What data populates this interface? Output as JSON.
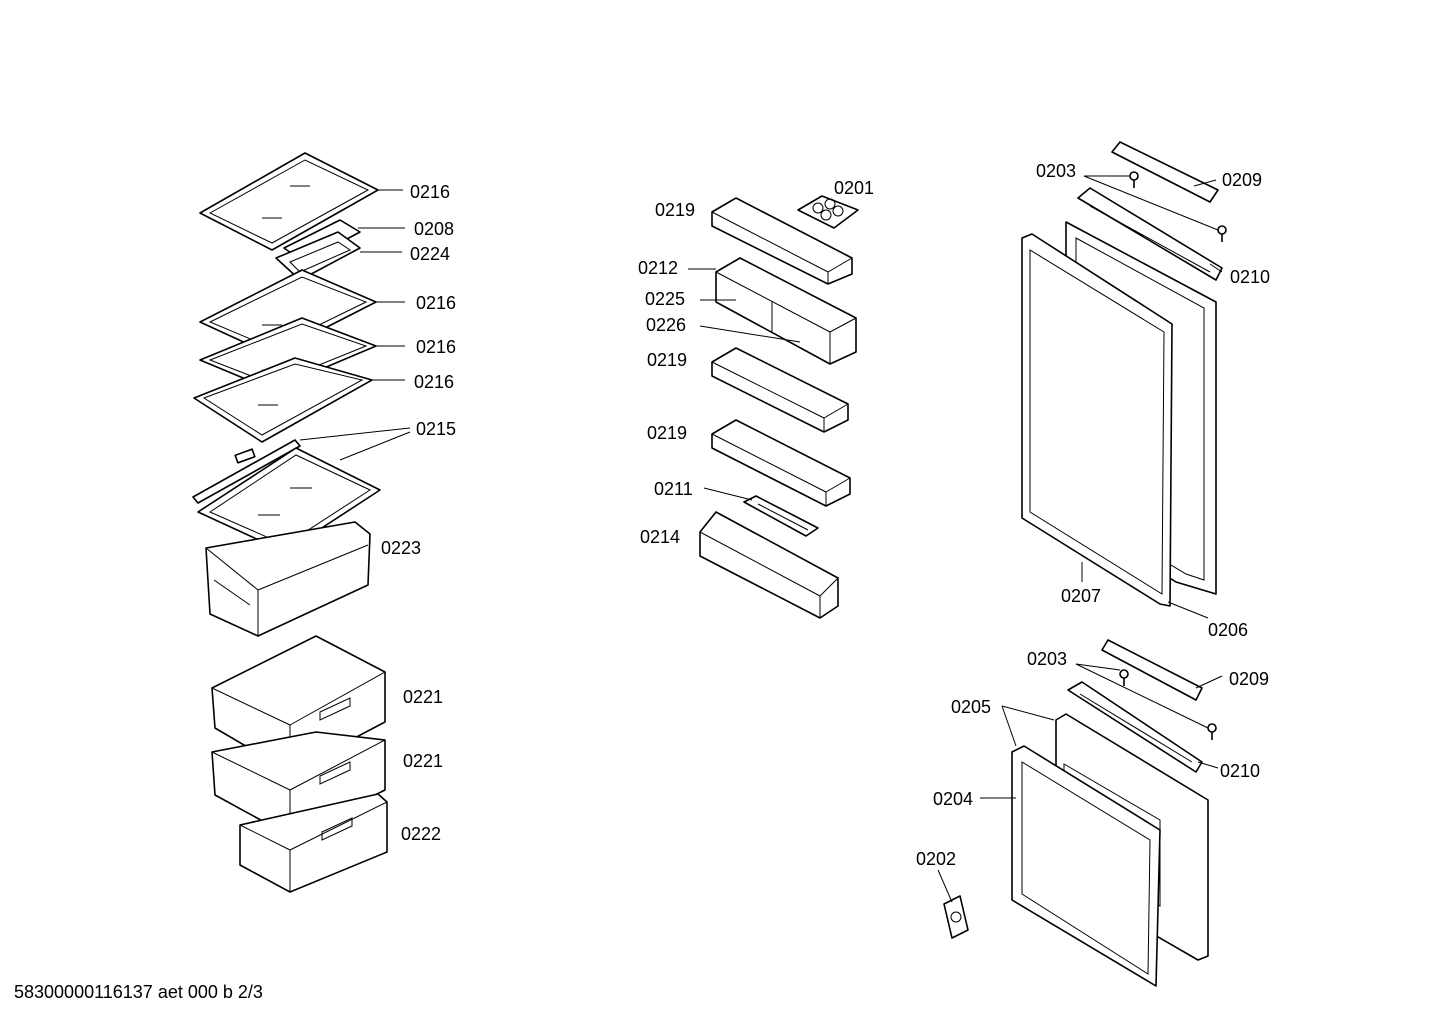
{
  "labels": {
    "l0216a": "0216",
    "l0208": "0208",
    "l0224": "0224",
    "l0216b": "0216",
    "l0216c": "0216",
    "l0216d": "0216",
    "l0215": "0215",
    "l0223": "0223",
    "l0221a": "0221",
    "l0221b": "0221",
    "l0222": "0222",
    "l0219a": "0219",
    "l0201": "0201",
    "l0212": "0212",
    "l0225": "0225",
    "l0226": "0226",
    "l0219b": "0219",
    "l0219c": "0219",
    "l0211": "0211",
    "l0214": "0214",
    "l0203a": "0203",
    "l0209a": "0209",
    "l0210a": "0210",
    "l0207": "0207",
    "l0206": "0206",
    "l0203b": "0203",
    "l0209b": "0209",
    "l0205": "0205",
    "l0210b": "0210",
    "l0204": "0204",
    "l0202": "0202"
  },
  "footer": "58300000116137 aet 000 b 2/3"
}
